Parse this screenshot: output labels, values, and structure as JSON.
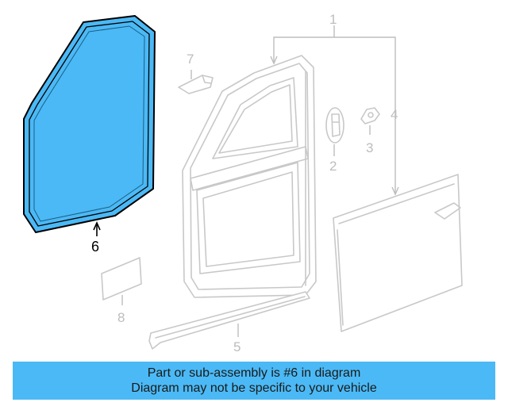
{
  "colors": {
    "highlight": "#4bb9f5",
    "banner": "#4bb9f5",
    "ghost": "#c8c8c8"
  },
  "callouts": {
    "c1": "1",
    "c2": "2",
    "c3": "3",
    "c4": "4",
    "c5": "5",
    "c6": "6",
    "c7": "7",
    "c8": "8"
  },
  "banner": {
    "line1": "Part or sub-assembly is #6 in diagram",
    "line2": "Diagram may not be specific to your vehicle"
  }
}
